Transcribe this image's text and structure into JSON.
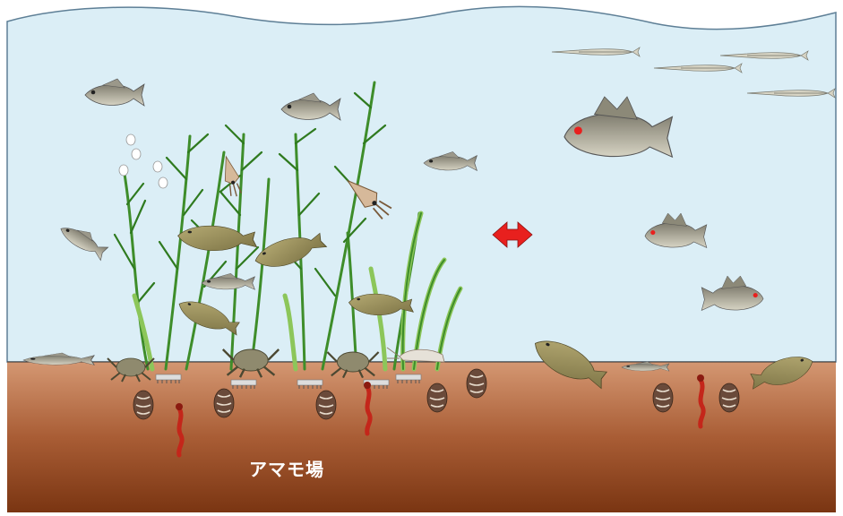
{
  "habitat_label": "アマモ場",
  "colors": {
    "water": "#dbeef6",
    "water_edge": "#5e7f96",
    "sediment_top": "#d49772",
    "sediment_bottom": "#7a3512",
    "eelgrass": "#3e8d2a",
    "eelgrass_light": "#8cc65a",
    "arrow": "#e8201e",
    "fish_grey": "#8e8b7c",
    "fish_light": "#c9c6b4",
    "flatfish": "#9a8f5e",
    "clam": "#6a4a3a",
    "worm": "#c4261a",
    "crab": "#8f8a6e",
    "squid": "#d6b99a"
  },
  "icons": {
    "movement_arrow": "double-headed-arrow",
    "organisms": [
      "rockfish",
      "seabream",
      "pufferfish",
      "halfbeak",
      "flatfish",
      "goby",
      "crab",
      "shrimp",
      "squid",
      "clam",
      "worm",
      "egg"
    ]
  }
}
